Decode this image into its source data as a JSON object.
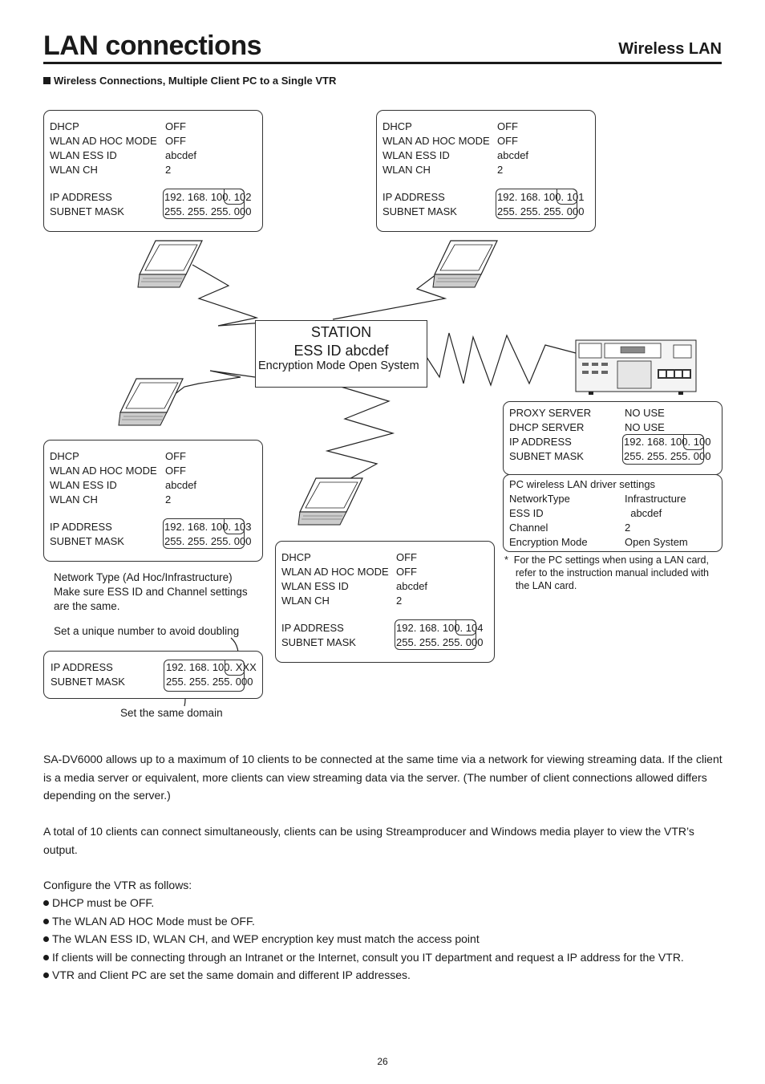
{
  "header": {
    "title": "LAN connections",
    "subtitle": "Wireless LAN"
  },
  "section_title": "Wireless Connections, Multiple Client PC to a Single VTR",
  "pc_box_102": {
    "rows": [
      [
        "DHCP",
        "OFF"
      ],
      [
        "WLAN  AD  HOC  MODE",
        "OFF"
      ],
      [
        "WLAN  ESS  ID",
        "abcdef"
      ],
      [
        "WLAN  CH",
        "2"
      ]
    ],
    "ip_label": "IP  ADDRESS",
    "ip_value": "192. 168. 100. 102",
    "mask_label": "SUBNET MASK",
    "mask_value": "255. 255. 255. 000"
  },
  "pc_box_101": {
    "rows": [
      [
        "DHCP",
        "OFF"
      ],
      [
        "WLAN  AD  HOC  MODE",
        "OFF"
      ],
      [
        "WLAN  ESS  ID",
        "abcdef"
      ],
      [
        "WLAN  CH",
        "2"
      ]
    ],
    "ip_label": "IP  ADDRESS",
    "ip_value": "192. 168. 100. 101",
    "mask_label": "SUBNET MASK",
    "mask_value": "255. 255. 255. 000"
  },
  "pc_box_103": {
    "rows": [
      [
        "DHCP",
        "OFF"
      ],
      [
        "WLAN  AD  HOC  MODE",
        "OFF"
      ],
      [
        "WLAN  ESS  ID",
        "abcdef"
      ],
      [
        "WLAN  CH",
        "2"
      ]
    ],
    "ip_label": "IP  ADDRESS",
    "ip_value": "192. 168. 100. 103",
    "mask_label": "SUBNET MASK",
    "mask_value": "255. 255. 255. 000"
  },
  "pc_box_104": {
    "rows": [
      [
        "DHCP",
        "OFF"
      ],
      [
        "WLAN  AD  HOC  MODE",
        "OFF"
      ],
      [
        "WLAN  ESS  ID",
        "abcdef"
      ],
      [
        "WLAN  CH",
        "2"
      ]
    ],
    "ip_label": "IP  ADDRESS",
    "ip_value": "192. 168. 100. 104",
    "mask_label": "SUBNET MASK",
    "mask_value": "255. 255. 255. 000"
  },
  "station": {
    "line1": "STATION",
    "line2": "ESS ID  abcdef",
    "line3": "Encryption Mode   Open System"
  },
  "vtr_box": {
    "rows": [
      [
        "PROXY  SERVER",
        "NO  USE"
      ],
      [
        "DHCP  SERVER",
        "NO  USE"
      ]
    ],
    "ip_label": "IP  ADDRESS",
    "ip_value": "192. 168. 100. 100",
    "mask_label": "SUBNET MASK",
    "mask_value": "255. 255. 255. 000"
  },
  "driver_box": {
    "heading": "PC wireless LAN driver settings",
    "rows": [
      [
        "NetworkType",
        "Infrastructure"
      ],
      [
        "ESS  ID",
        "  abcdef"
      ],
      [
        "Channel",
        "2"
      ],
      [
        "Encryption Mode",
        "Open System"
      ]
    ]
  },
  "pc_note": "*  For the PC settings when using a LAN card,\n    refer to the instruction manual included with\n    the LAN card.",
  "notes": {
    "network_type": "Network Type (Ad Hoc/Infrastructure)\nMake sure ESS ID and Channel settings\nare the same.",
    "unique": "Set a unique number to avoid doubling",
    "domain": "Set the same domain"
  },
  "example_box": {
    "ip_label": "IP  ADDRESS",
    "ip_value": "192. 168. 100. XXX",
    "mask_label": "SUBNET MASK",
    "mask_value": "255. 255. 255. 000"
  },
  "paragraphs": [
    "SA-DV6000 allows up to a maximum of 10 clients to be connected at the same time via a network for viewing streaming data. If the client is a media server or equivalent, more clients can view streaming data via the server. (The number of client connections allowed differs depending on the server.)",
    "A total of 10 clients can connect simultaneously, clients can be using Streamproducer and Windows media player to view the VTR’s output.",
    "Configure the VTR as follows:"
  ],
  "bullets": [
    "DHCP must be OFF.",
    "The WLAN AD HOC Mode must be OFF.",
    "The WLAN ESS ID, WLAN CH, and WEP encryption key must match the access point",
    "If clients will be connecting through an Intranet or the Internet, consult you IT department and request a IP address for the VTR.",
    "VTR and Client PC are set the same domain and different IP addresses."
  ],
  "page_number": "26",
  "icons": [
    "laptop-icon",
    "vtr-device-icon",
    "wireless-zigzag"
  ]
}
